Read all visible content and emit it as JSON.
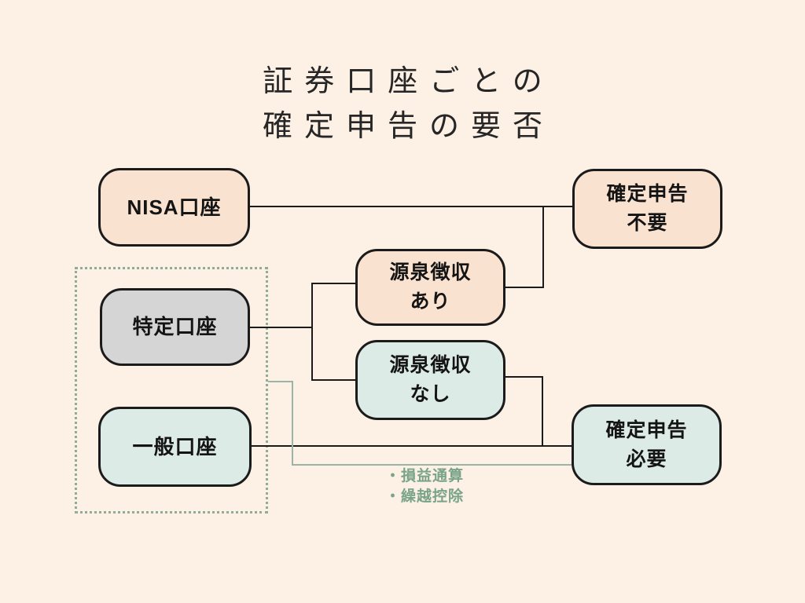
{
  "title": {
    "line1": "証券口座ごとの",
    "line2": "確定申告の要否"
  },
  "nodes": {
    "nisa": {
      "label": "NISA口座"
    },
    "tokutei": {
      "label": "特定口座"
    },
    "ippan": {
      "label": "一般口座"
    },
    "gensen_ari": {
      "line1": "源泉徴収",
      "line2": "あり"
    },
    "gensen_nashi": {
      "line1": "源泉徴収",
      "line2": "なし"
    },
    "kakutei_fuyou": {
      "line1": "確定申告",
      "line2": "不要"
    },
    "kakutei_hitsuyou": {
      "line1": "確定申告",
      "line2": "必要"
    }
  },
  "notes": {
    "item1": "・損益通算",
    "item2": "・繰越控除"
  },
  "colors": {
    "bg": "#fdf0e4",
    "box-peach": "#f9e2cf",
    "box-teal": "#dcebe6",
    "box-gray": "#d5d5d5",
    "ink": "#1b1b1b",
    "dotted-green": "#8fac97",
    "teal-line": "#9ab5a8",
    "note-green": "#7aa489"
  }
}
